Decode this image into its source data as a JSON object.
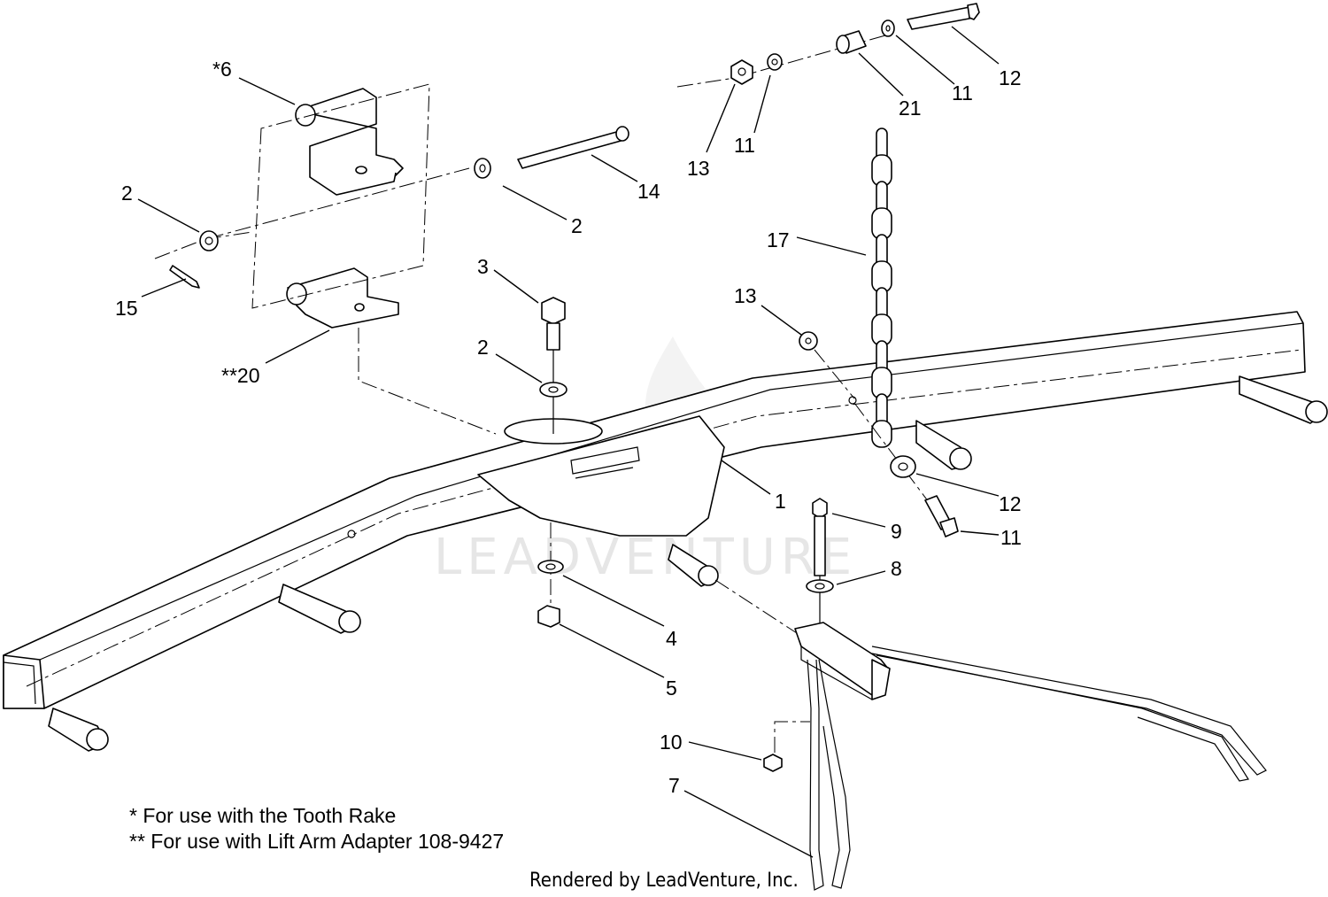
{
  "callouts": [
    {
      "id": "c1",
      "text": "1"
    },
    {
      "id": "c2a",
      "text": "2"
    },
    {
      "id": "c2b",
      "text": "2"
    },
    {
      "id": "c2c",
      "text": "2"
    },
    {
      "id": "c3",
      "text": "3"
    },
    {
      "id": "c4",
      "text": "4"
    },
    {
      "id": "c5",
      "text": "5"
    },
    {
      "id": "c6",
      "text": "*6"
    },
    {
      "id": "c7",
      "text": "7"
    },
    {
      "id": "c8",
      "text": "8"
    },
    {
      "id": "c9",
      "text": "9"
    },
    {
      "id": "c10",
      "text": "10"
    },
    {
      "id": "c11a",
      "text": "11"
    },
    {
      "id": "c11b",
      "text": "11"
    },
    {
      "id": "c11c",
      "text": "11"
    },
    {
      "id": "c12a",
      "text": "12"
    },
    {
      "id": "c12b",
      "text": "12"
    },
    {
      "id": "c13a",
      "text": "13"
    },
    {
      "id": "c13b",
      "text": "13"
    },
    {
      "id": "c14",
      "text": "14"
    },
    {
      "id": "c15",
      "text": "15"
    },
    {
      "id": "c17",
      "text": "17"
    },
    {
      "id": "c20",
      "text": "**20"
    },
    {
      "id": "c21",
      "text": "21"
    }
  ],
  "notes": {
    "line1": "* For use with the Tooth Rake",
    "line2": "** For use with Lift Arm Adapter 108-9427"
  },
  "credit": "Rendered by LeadVenture, Inc.",
  "watermark": "LEADVENTURE"
}
